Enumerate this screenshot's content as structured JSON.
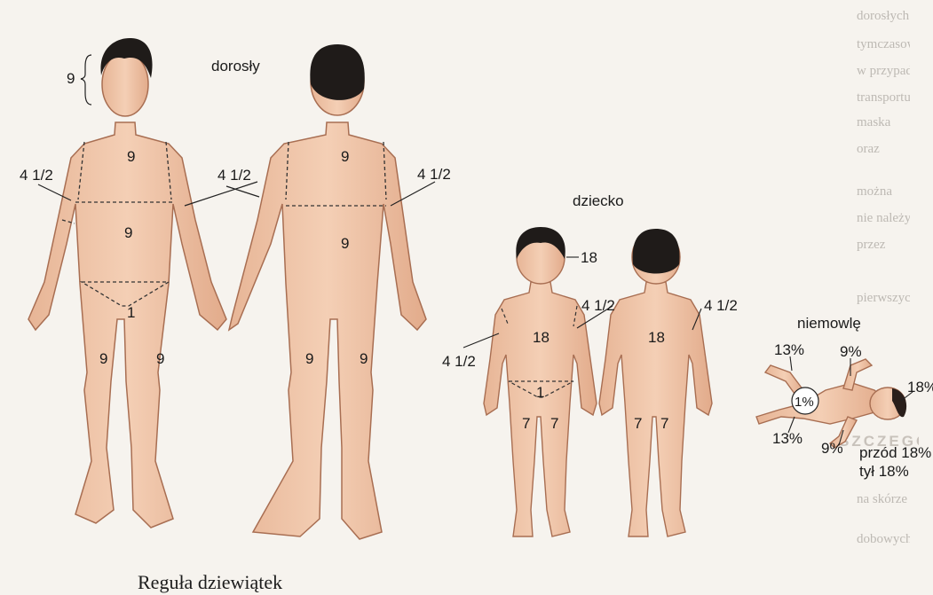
{
  "caption": "Reguła dziewiątek",
  "labels": {
    "adult": "dorosły",
    "child": "dziecko",
    "infant": "niemowlę"
  },
  "adult_front": {
    "head": "9",
    "chest": "9",
    "abdomen": "9",
    "arm_left": "4 1/2",
    "arm_right": "4 1/2",
    "genitals": "1",
    "leg_left": "9",
    "leg_right": "9"
  },
  "adult_back": {
    "upper_back": "9",
    "lower_back": "9",
    "arm_right": "4 1/2",
    "leg_left": "9",
    "leg_right": "9"
  },
  "child_front": {
    "head": "18",
    "trunk": "18",
    "arm_left": "4 1/2",
    "arm_right": "4 1/2",
    "genitals": "1",
    "leg_left": "7",
    "leg_right": "7"
  },
  "child_back": {
    "trunk": "18",
    "arm_right": "4 1/2",
    "leg_left": "7",
    "leg_right": "7"
  },
  "infant": {
    "upper_leg": "13%",
    "arm": "9%",
    "genitals": "1%",
    "head": "18%",
    "lower_leg": "13%",
    "lower_arm": "9%",
    "front": "przód 18%",
    "back": "tył 18%"
  },
  "background": {
    "heading": "SZCZEGÓLNE PROBLEMY LECZENIA OPARZEŃ",
    "lines": [
      "dorosłych",
      "tymczasowego",
      "w przypadku",
      "transportu",
      "maska",
      "oraz",
      "można",
      "nie należy",
      "przez",
      "pierwszych",
      "na skórze",
      "dobowych"
    ]
  }
}
